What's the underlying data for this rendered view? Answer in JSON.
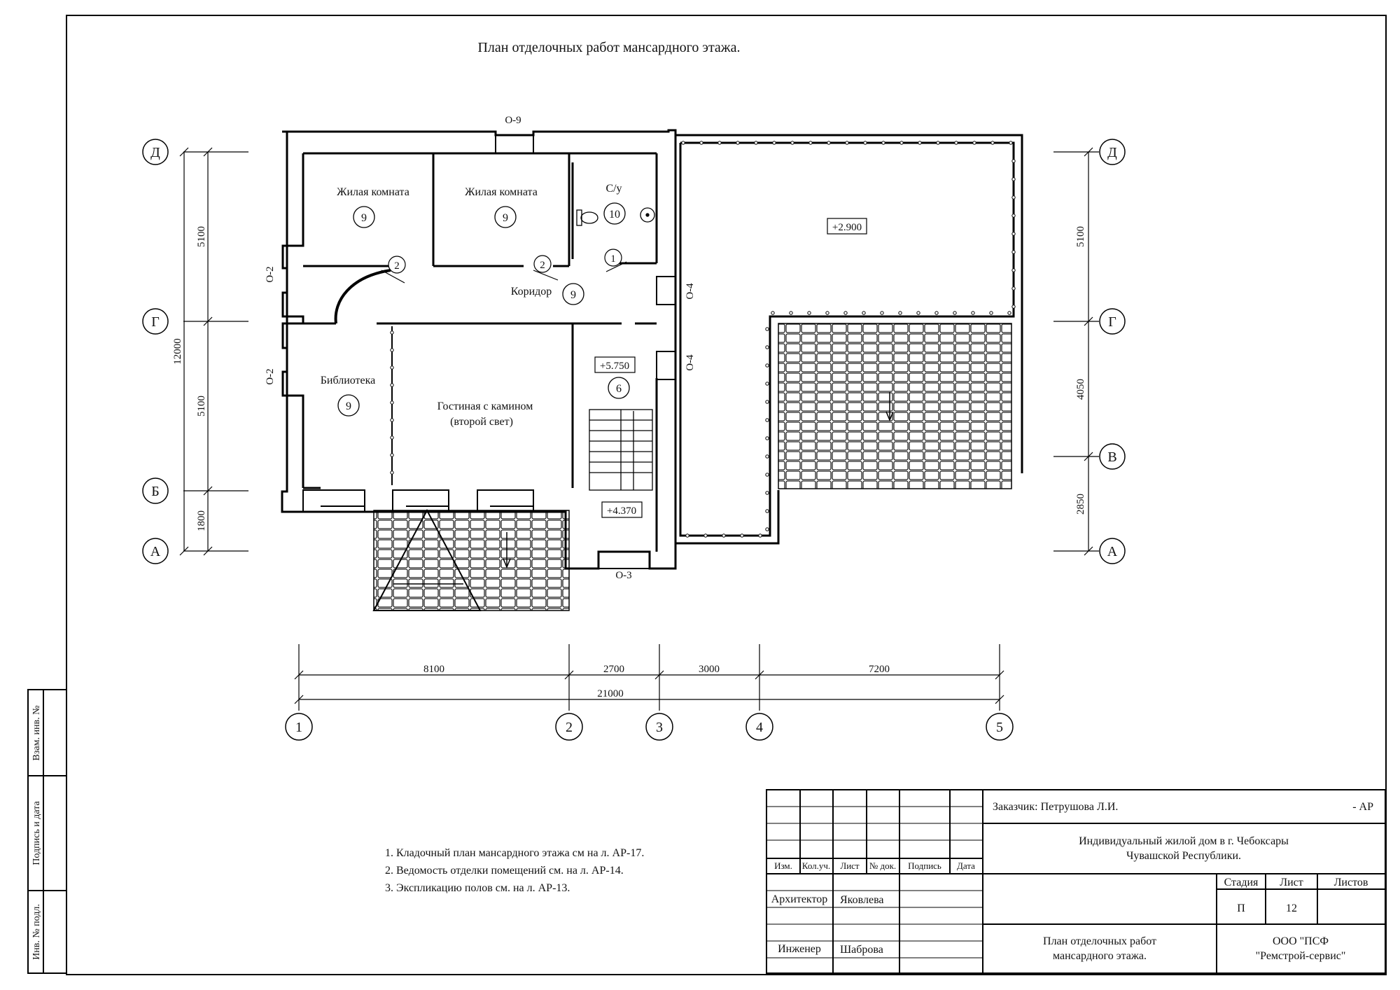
{
  "title": "План отделочных работ мансардного этажа.",
  "axes_rows": {
    "left": [
      "Д",
      "Г",
      "Б",
      "А"
    ],
    "right": [
      "Д",
      "Г",
      "В",
      "А"
    ],
    "left_dims": {
      "total": "12000",
      "segments": [
        "5100",
        "5100",
        "1800"
      ]
    },
    "right_dims": [
      "5100",
      "4050",
      "2850"
    ]
  },
  "axes_cols": {
    "labels": [
      "1",
      "2",
      "3",
      "4",
      "5"
    ],
    "dims": [
      "8100",
      "2700",
      "3000",
      "7200"
    ],
    "total": "21000"
  },
  "openings": {
    "o9": "О-9",
    "o2a": "О-2",
    "o2b": "О-2",
    "o4a": "О-4",
    "o4b": "О-4",
    "o3": "О-3"
  },
  "rooms": [
    {
      "name": "Жилая комната",
      "num": "9"
    },
    {
      "name": "Жилая комната",
      "num": "9"
    },
    {
      "name": "С/у",
      "num": "10"
    },
    {
      "name": "Коридор",
      "num": "9"
    },
    {
      "name": "Библиотека",
      "num": "9"
    },
    {
      "name": "Гостиная с камином",
      "name2": "(второй свет)"
    },
    {
      "name": "",
      "num": "6"
    }
  ],
  "doors": [
    "2",
    "2",
    "1"
  ],
  "levels": {
    "roof": "+2.900",
    "stair_top": "+5.750",
    "stair_bottom": "+4.370"
  },
  "notes": [
    "1. Кладочный план мансардного этажа см на л. АР-17.",
    "2. Ведомость отделки помещений см. на л. АР-14.",
    "3. Экспликацию полов см. на л. АР-13."
  ],
  "side_stamp": [
    "Взам. инв. №",
    "Подпись и дата",
    "Инв. № подл."
  ],
  "title_block": {
    "headers": [
      "Изм.",
      "Кол.уч.",
      "Лист",
      "№ док.",
      "Подпись",
      "Дата"
    ],
    "roles": [
      {
        "role": "Архитектор",
        "name": "Яковлева"
      },
      {
        "role": "Инженер",
        "name": "Шаброва"
      }
    ],
    "customer": "Заказчик:  Петрушова Л.И.",
    "code": "- АР",
    "project_line1": "Индивидуальный жилой дом  в г. Чебоксары",
    "project_line2": "Чувашской Республики.",
    "stage_h": "Стадия",
    "sheet_h": "Лист",
    "sheets_h": "Листов",
    "stage": "П",
    "sheet": "12",
    "sheet_title1": "План отделочных работ",
    "sheet_title2": "мансардного этажа.",
    "org1": "ООО \"ПСФ",
    "org2": "\"Ремстрой-сервис\""
  }
}
